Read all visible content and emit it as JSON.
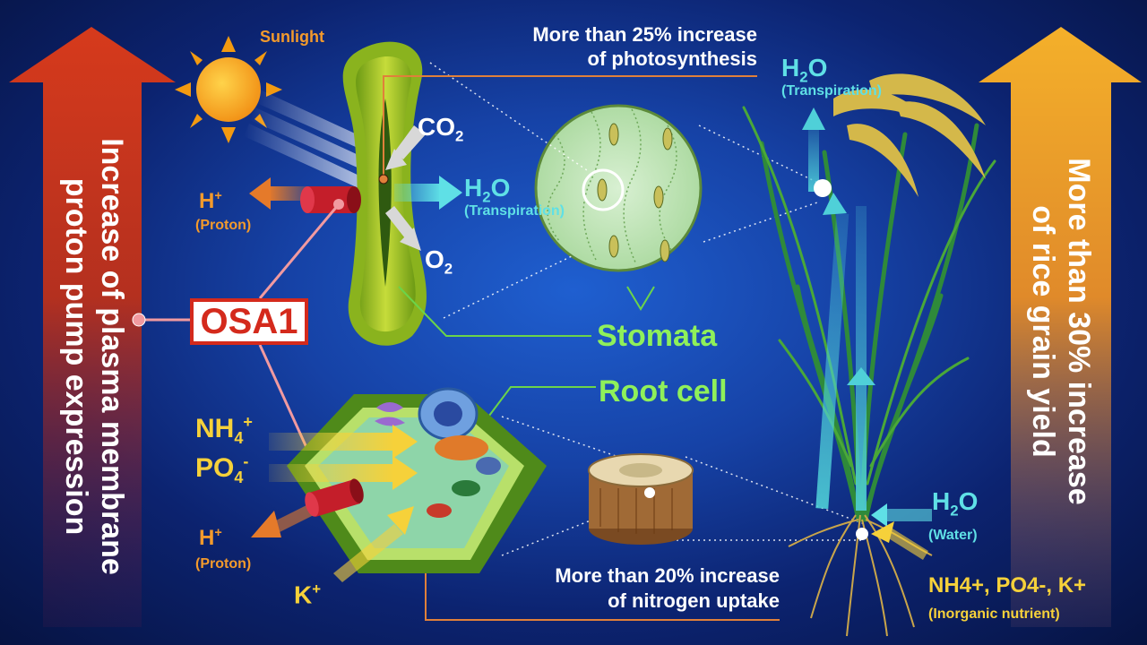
{
  "side": {
    "left_arrow_text": [
      "Increase of plasma membrane",
      "proton pump expression"
    ],
    "right_arrow_text": [
      "More than 30% increase",
      "of rice grain yield"
    ]
  },
  "leaf": {
    "sunlight": "Sunlight",
    "co2": "CO",
    "co2_sub": "2",
    "o2": "O",
    "o2_sub": "2",
    "h2o_h": "H",
    "h2o_sub": "2",
    "h2o_o": "O",
    "transpiration": "(Transpiration)",
    "h_plus": "H",
    "plus": "+",
    "proton": "(Proton)"
  },
  "callouts": {
    "photosynthesis_1": "More than 25% increase",
    "photosynthesis_2": "of photosynthesis",
    "stomata": "Stomata",
    "root_cell": "Root cell",
    "nitrogen_1": "More than 20% increase",
    "nitrogen_2": "of nitrogen uptake"
  },
  "osa1": "OSA1",
  "root": {
    "nh4": "NH",
    "nh4_sub": "4",
    "nh4_sup": "+",
    "po4": "PO",
    "po4_sub": "4",
    "po4_sup": "-",
    "h_plus": "H",
    "plus": "+",
    "proton": "(Proton)",
    "k": "K",
    "k_sup": "+"
  },
  "plant": {
    "h2o_h": "H",
    "h2o_sub": "2",
    "h2o_o": "O",
    "transpiration": "(Transpiration)",
    "water": "(Water)",
    "nutrients": "NH4+, PO4-, K+",
    "nutrients_note": "(Inorganic nutrient)"
  },
  "colors": {
    "background": "#1642a6",
    "left_arrow": "#c7321e",
    "right_arrow": "#f0a62a",
    "osa1_red": "#d42a1c",
    "label_orange": "#f39a2c",
    "label_yellow": "#f6d13a",
    "label_cyan": "#5fe0e6",
    "label_green": "#8ff05a"
  }
}
